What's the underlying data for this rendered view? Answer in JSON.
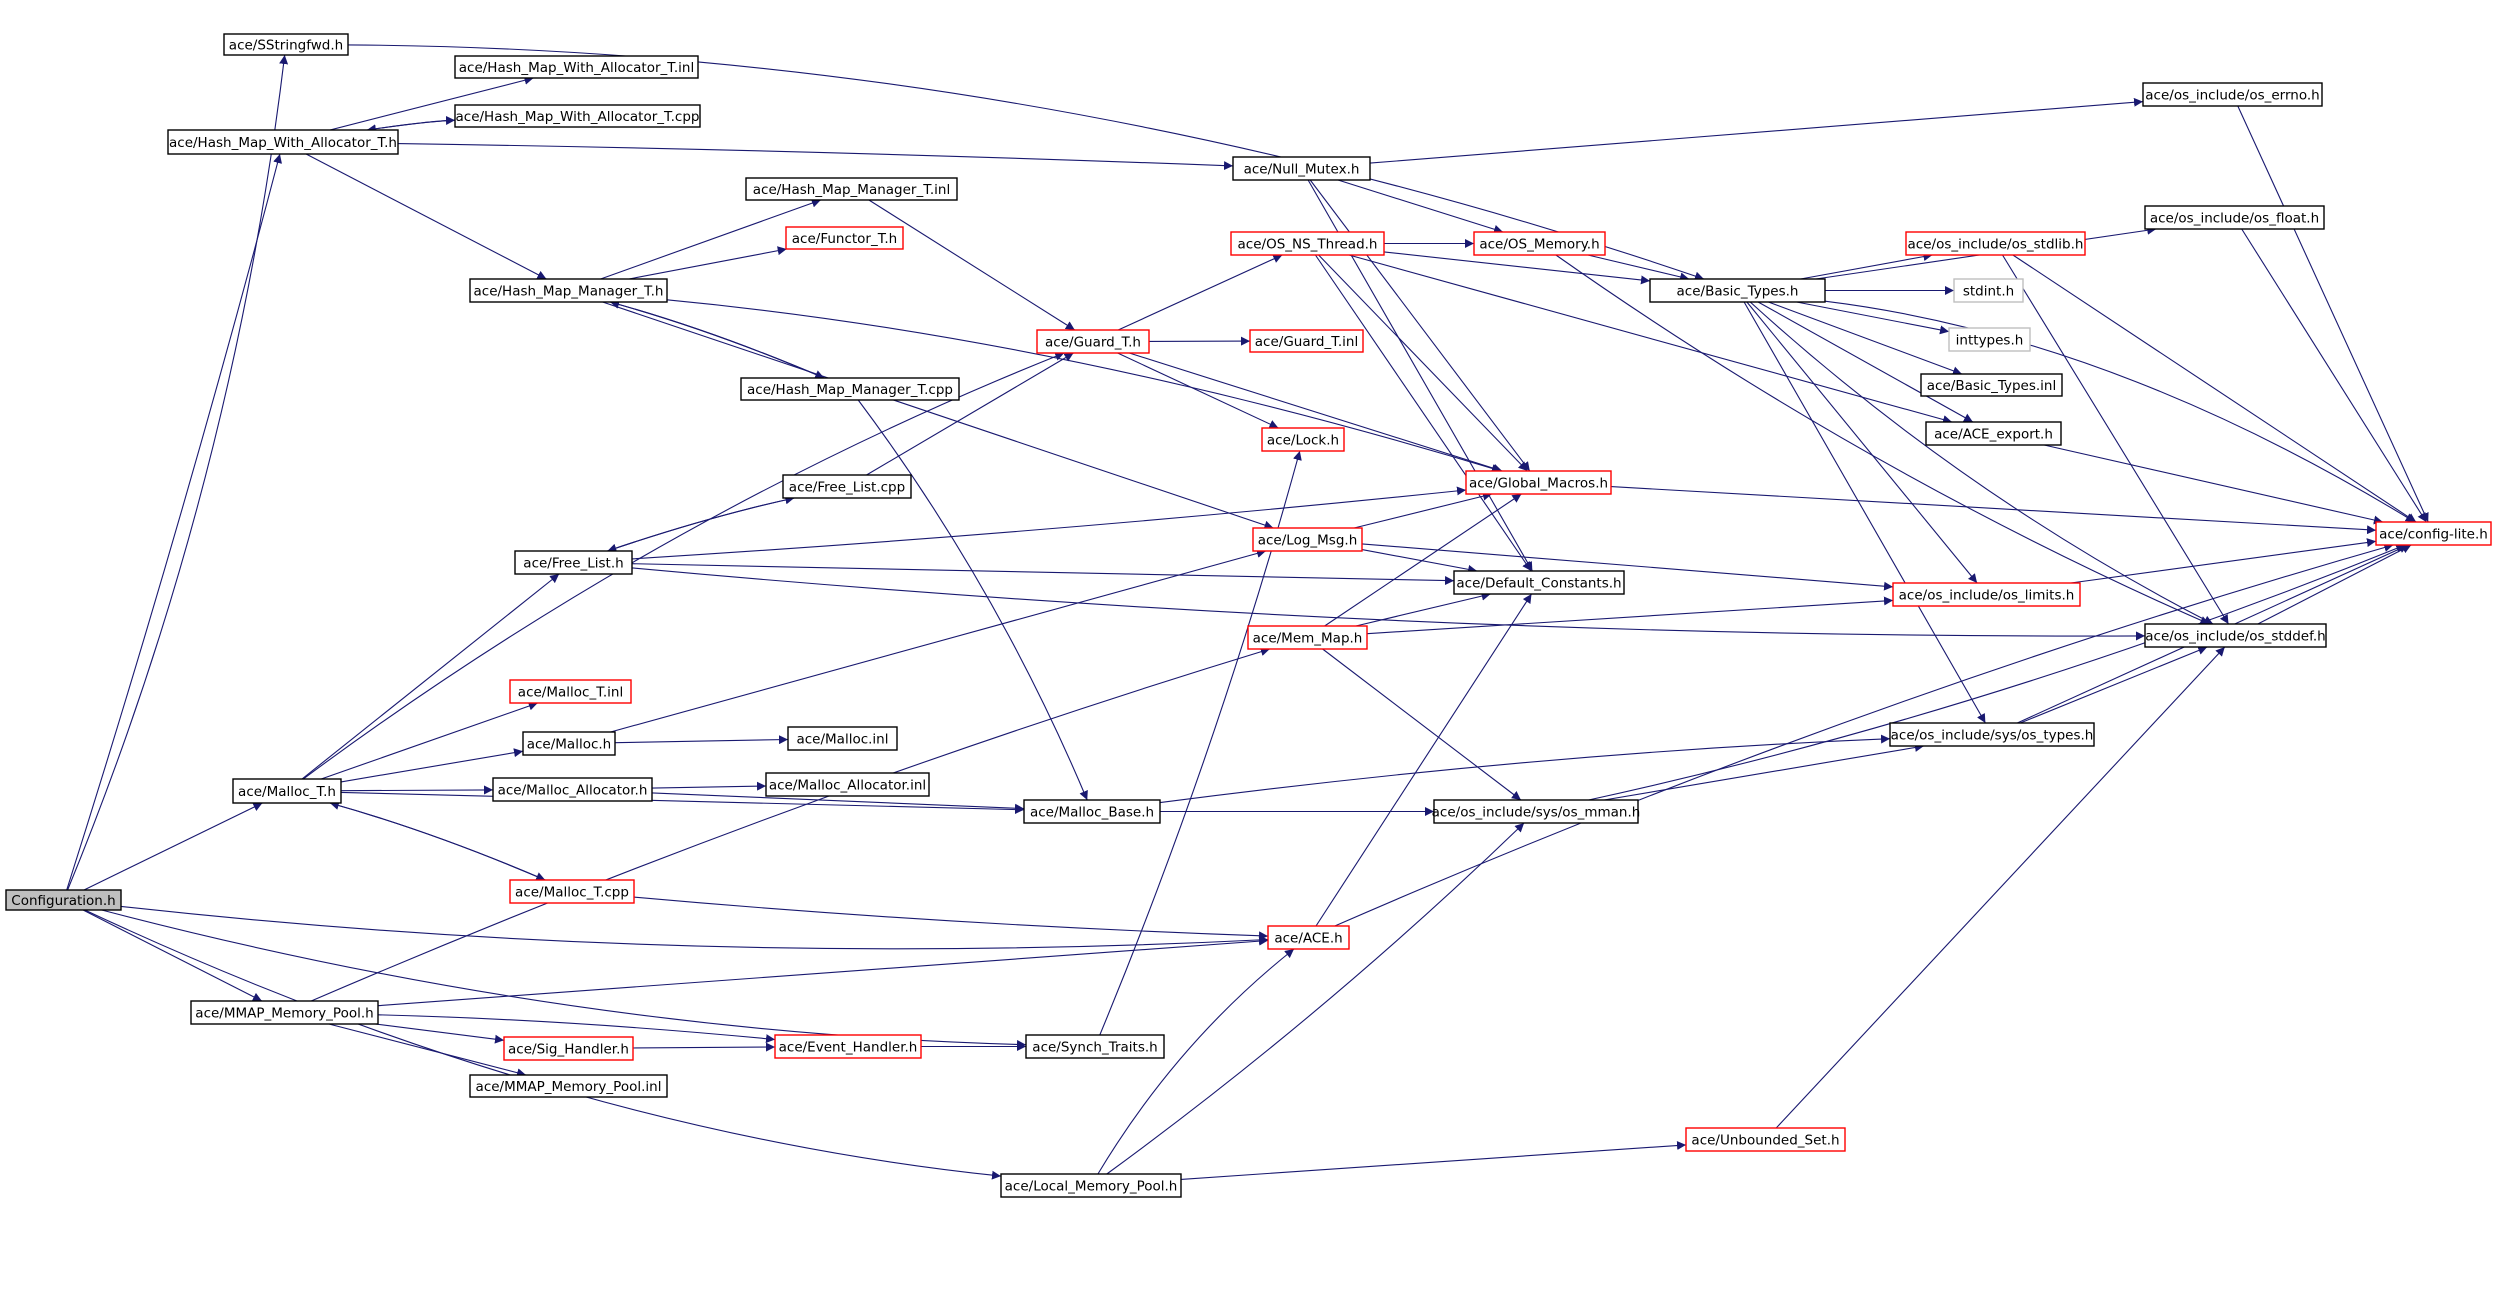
{
  "graph": {
    "colors": {
      "edge": "#191970",
      "complete_border": "#000000",
      "incomplete_border": "#ff0000",
      "external_border": "#bfbfbf",
      "root_fill": "#bfbfbf",
      "node_fill": "#ffffff"
    },
    "nodes": [
      {
        "id": "config",
        "label": "Configuration.h",
        "kind": "root"
      },
      {
        "id": "sstringfwd",
        "label": "ace/SStringfwd.h",
        "kind": "complete"
      },
      {
        "id": "hmwa_inl",
        "label": "ace/Hash_Map_With_Allocator_T.inl",
        "kind": "complete"
      },
      {
        "id": "hmwa_cpp",
        "label": "ace/Hash_Map_With_Allocator_T.cpp",
        "kind": "complete"
      },
      {
        "id": "hmwa_h",
        "label": "ace/Hash_Map_With_Allocator_T.h",
        "kind": "complete"
      },
      {
        "id": "hmm_inl",
        "label": "ace/Hash_Map_Manager_T.inl",
        "kind": "complete"
      },
      {
        "id": "functor",
        "label": "ace/Functor_T.h",
        "kind": "incomplete"
      },
      {
        "id": "hmm_h",
        "label": "ace/Hash_Map_Manager_T.h",
        "kind": "complete"
      },
      {
        "id": "hmm_cpp",
        "label": "ace/Hash_Map_Manager_T.cpp",
        "kind": "complete"
      },
      {
        "id": "null_mutex",
        "label": "ace/Null_Mutex.h",
        "kind": "complete"
      },
      {
        "id": "os_ns_thread",
        "label": "ace/OS_NS_Thread.h",
        "kind": "incomplete"
      },
      {
        "id": "os_memory",
        "label": "ace/OS_Memory.h",
        "kind": "incomplete"
      },
      {
        "id": "guard_h",
        "label": "ace/Guard_T.h",
        "kind": "incomplete"
      },
      {
        "id": "guard_inl",
        "label": "ace/Guard_T.inl",
        "kind": "incomplete"
      },
      {
        "id": "lock",
        "label": "ace/Lock.h",
        "kind": "incomplete"
      },
      {
        "id": "free_list_cpp",
        "label": "ace/Free_List.cpp",
        "kind": "complete"
      },
      {
        "id": "free_list_h",
        "label": "ace/Free_List.h",
        "kind": "complete"
      },
      {
        "id": "global_macros",
        "label": "ace/Global_Macros.h",
        "kind": "incomplete"
      },
      {
        "id": "log_msg",
        "label": "ace/Log_Msg.h",
        "kind": "incomplete"
      },
      {
        "id": "default_constants",
        "label": "ace/Default_Constants.h",
        "kind": "complete"
      },
      {
        "id": "mem_map",
        "label": "ace/Mem_Map.h",
        "kind": "incomplete"
      },
      {
        "id": "malloc_t_inl",
        "label": "ace/Malloc_T.inl",
        "kind": "incomplete"
      },
      {
        "id": "malloc_h",
        "label": "ace/Malloc.h",
        "kind": "complete"
      },
      {
        "id": "malloc_inl",
        "label": "ace/Malloc.inl",
        "kind": "complete"
      },
      {
        "id": "malloc_t_h",
        "label": "ace/Malloc_T.h",
        "kind": "complete"
      },
      {
        "id": "malloc_alloc_h",
        "label": "ace/Malloc_Allocator.h",
        "kind": "complete"
      },
      {
        "id": "malloc_alloc_inl",
        "label": "ace/Malloc_Allocator.inl",
        "kind": "complete"
      },
      {
        "id": "malloc_base",
        "label": "ace/Malloc_Base.h",
        "kind": "complete"
      },
      {
        "id": "malloc_t_cpp",
        "label": "ace/Malloc_T.cpp",
        "kind": "incomplete"
      },
      {
        "id": "ace_h",
        "label": "ace/ACE.h",
        "kind": "incomplete"
      },
      {
        "id": "mmap_pool",
        "label": "ace/MMAP_Memory_Pool.h",
        "kind": "complete"
      },
      {
        "id": "sig_handler",
        "label": "ace/Sig_Handler.h",
        "kind": "incomplete"
      },
      {
        "id": "event_handler",
        "label": "ace/Event_Handler.h",
        "kind": "incomplete"
      },
      {
        "id": "synch_traits",
        "label": "ace/Synch_Traits.h",
        "kind": "complete"
      },
      {
        "id": "mmap_pool_inl",
        "label": "ace/MMAP_Memory_Pool.inl",
        "kind": "complete"
      },
      {
        "id": "local_pool",
        "label": "ace/Local_Memory_Pool.h",
        "kind": "complete"
      },
      {
        "id": "unbounded_set",
        "label": "ace/Unbounded_Set.h",
        "kind": "incomplete"
      },
      {
        "id": "basic_types",
        "label": "ace/Basic_Types.h",
        "kind": "complete"
      },
      {
        "id": "os_errno",
        "label": "ace/os_include/os_errno.h",
        "kind": "complete"
      },
      {
        "id": "os_stdlib",
        "label": "ace/os_include/os_stdlib.h",
        "kind": "incomplete"
      },
      {
        "id": "os_float",
        "label": "ace/os_include/os_float.h",
        "kind": "complete"
      },
      {
        "id": "stdint",
        "label": "stdint.h",
        "kind": "external"
      },
      {
        "id": "inttypes",
        "label": "inttypes.h",
        "kind": "external"
      },
      {
        "id": "basic_types_inl",
        "label": "ace/Basic_Types.inl",
        "kind": "complete"
      },
      {
        "id": "ace_export",
        "label": "ace/ACE_export.h",
        "kind": "complete"
      },
      {
        "id": "config_lite",
        "label": "ace/config-lite.h",
        "kind": "incomplete"
      },
      {
        "id": "os_limits",
        "label": "ace/os_include/os_limits.h",
        "kind": "incomplete"
      },
      {
        "id": "os_stddef",
        "label": "ace/os_include/os_stddef.h",
        "kind": "complete"
      },
      {
        "id": "sys_types",
        "label": "ace/os_include/sys/os_types.h",
        "kind": "complete"
      },
      {
        "id": "sys_mman",
        "label": "ace/os_include/sys/os_mman.h",
        "kind": "complete"
      }
    ],
    "edges": [
      [
        "config",
        "sstringfwd"
      ],
      [
        "config",
        "hmwa_h"
      ],
      [
        "config",
        "malloc_t_h"
      ],
      [
        "config",
        "mmap_pool"
      ],
      [
        "config",
        "local_pool"
      ],
      [
        "config",
        "synch_traits"
      ],
      [
        "config",
        "ace_h"
      ],
      [
        "sstringfwd",
        "basic_types"
      ],
      [
        "hmwa_h",
        "hmwa_inl"
      ],
      [
        "hmwa_h",
        "hmwa_cpp"
      ],
      [
        "hmwa_cpp",
        "hmwa_h"
      ],
      [
        "hmwa_h",
        "hmm_h"
      ],
      [
        "hmwa_h",
        "null_mutex"
      ],
      [
        "hmm_h",
        "hmm_inl"
      ],
      [
        "hmm_h",
        "functor"
      ],
      [
        "hmm_h",
        "hmm_cpp"
      ],
      [
        "hmm_cpp",
        "hmm_h"
      ],
      [
        "hmm_h",
        "log_msg"
      ],
      [
        "hmm_h",
        "global_macros"
      ],
      [
        "hmm_inl",
        "guard_h"
      ],
      [
        "hmm_cpp",
        "malloc_base"
      ],
      [
        "null_mutex",
        "os_memory"
      ],
      [
        "null_mutex",
        "global_macros"
      ],
      [
        "null_mutex",
        "os_errno"
      ],
      [
        "null_mutex",
        "default_constants"
      ],
      [
        "os_ns_thread",
        "os_memory"
      ],
      [
        "os_ns_thread",
        "basic_types"
      ],
      [
        "os_ns_thread",
        "ace_export"
      ],
      [
        "os_ns_thread",
        "global_macros"
      ],
      [
        "os_ns_thread",
        "default_constants"
      ],
      [
        "os_memory",
        "basic_types"
      ],
      [
        "os_memory",
        "os_stddef"
      ],
      [
        "guard_h",
        "os_ns_thread"
      ],
      [
        "guard_h",
        "guard_inl"
      ],
      [
        "guard_h",
        "lock"
      ],
      [
        "guard_h",
        "global_macros"
      ],
      [
        "free_list_cpp",
        "guard_h"
      ],
      [
        "free_list_cpp",
        "free_list_h"
      ],
      [
        "free_list_h",
        "free_list_cpp"
      ],
      [
        "free_list_h",
        "global_macros"
      ],
      [
        "free_list_h",
        "default_constants"
      ],
      [
        "free_list_h",
        "os_stddef"
      ],
      [
        "log_msg",
        "global_macros"
      ],
      [
        "log_msg",
        "default_constants"
      ],
      [
        "log_msg",
        "os_limits"
      ],
      [
        "mem_map",
        "global_macros"
      ],
      [
        "mem_map",
        "default_constants"
      ],
      [
        "mem_map",
        "os_limits"
      ],
      [
        "mem_map",
        "sys_mman"
      ],
      [
        "malloc_t_h",
        "guard_h"
      ],
      [
        "malloc_t_h",
        "free_list_h"
      ],
      [
        "malloc_t_h",
        "malloc_t_inl"
      ],
      [
        "malloc_t_h",
        "malloc_h"
      ],
      [
        "malloc_t_h",
        "malloc_alloc_h"
      ],
      [
        "malloc_t_h",
        "malloc_base"
      ],
      [
        "malloc_t_h",
        "malloc_t_cpp"
      ],
      [
        "malloc_t_cpp",
        "malloc_t_h"
      ],
      [
        "malloc_h",
        "malloc_inl"
      ],
      [
        "malloc_h",
        "log_msg"
      ],
      [
        "malloc_alloc_h",
        "malloc_alloc_inl"
      ],
      [
        "malloc_alloc_h",
        "malloc_base"
      ],
      [
        "malloc_base",
        "sys_types"
      ],
      [
        "malloc_base",
        "sys_mman"
      ],
      [
        "malloc_t_cpp",
        "ace_h"
      ],
      [
        "ace_h",
        "default_constants"
      ],
      [
        "ace_h",
        "config_lite"
      ],
      [
        "mmap_pool",
        "mem_map"
      ],
      [
        "mmap_pool",
        "sig_handler"
      ],
      [
        "mmap_pool",
        "event_handler"
      ],
      [
        "mmap_pool",
        "mmap_pool_inl"
      ],
      [
        "mmap_pool",
        "ace_h"
      ],
      [
        "sig_handler",
        "event_handler"
      ],
      [
        "event_handler",
        "synch_traits"
      ],
      [
        "synch_traits",
        "lock"
      ],
      [
        "local_pool",
        "unbounded_set"
      ],
      [
        "local_pool",
        "sys_mman"
      ],
      [
        "local_pool",
        "ace_h"
      ],
      [
        "unbounded_set",
        "os_stddef"
      ],
      [
        "basic_types",
        "os_stdlib"
      ],
      [
        "basic_types",
        "os_float"
      ],
      [
        "basic_types",
        "stdint"
      ],
      [
        "basic_types",
        "inttypes"
      ],
      [
        "basic_types",
        "basic_types_inl"
      ],
      [
        "basic_types",
        "ace_export"
      ],
      [
        "basic_types",
        "config_lite"
      ],
      [
        "basic_types",
        "os_limits"
      ],
      [
        "basic_types",
        "os_stddef"
      ],
      [
        "basic_types",
        "sys_types"
      ],
      [
        "os_errno",
        "config_lite"
      ],
      [
        "os_stdlib",
        "os_stddef"
      ],
      [
        "os_stdlib",
        "config_lite"
      ],
      [
        "os_float",
        "config_lite"
      ],
      [
        "ace_export",
        "config_lite"
      ],
      [
        "os_limits",
        "config_lite"
      ],
      [
        "os_stddef",
        "config_lite"
      ],
      [
        "sys_types",
        "os_stddef"
      ],
      [
        "sys_types",
        "config_lite"
      ],
      [
        "sys_mman",
        "sys_types"
      ],
      [
        "sys_mman",
        "config_lite"
      ],
      [
        "global_macros",
        "config_lite"
      ]
    ]
  }
}
